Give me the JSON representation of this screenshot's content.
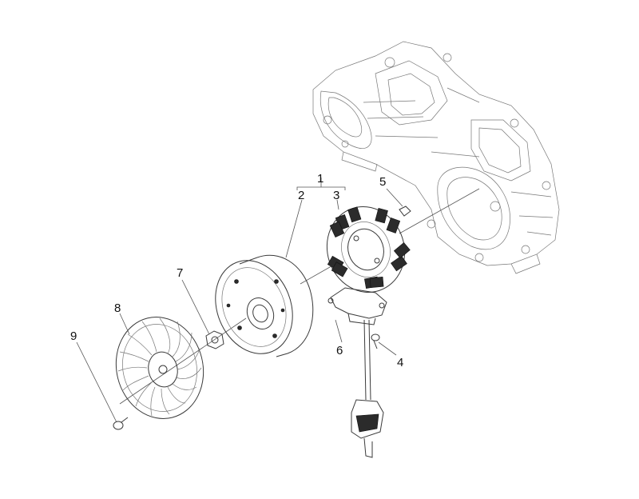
{
  "callouts": {
    "c1": "1",
    "c2": "2",
    "c3": "3",
    "c4": "4",
    "c5": "5",
    "c6": "6",
    "c7": "7",
    "c8": "8",
    "c9": "9"
  },
  "colors": {
    "line": "#3a3a3a",
    "background": "#ffffff",
    "coil": "#2b2b2b"
  }
}
